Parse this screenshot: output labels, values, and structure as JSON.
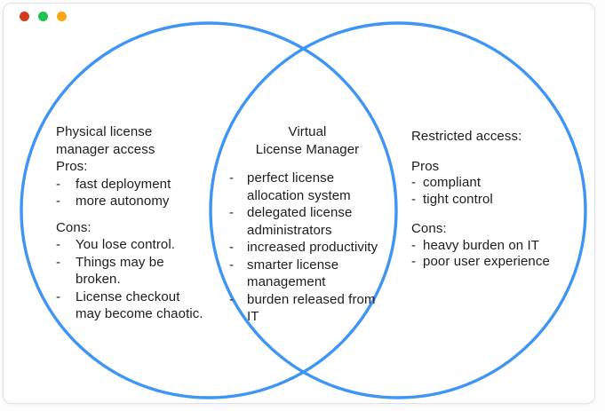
{
  "window": {
    "controls": [
      {
        "name": "red",
        "color": "#d23b1e"
      },
      {
        "name": "green",
        "color": "#1ec24c"
      },
      {
        "name": "orange",
        "color": "#fba712"
      }
    ]
  },
  "diagram": {
    "type": "venn",
    "circle_stroke_color": "#3e95f4",
    "text_color": "#1d1d1f",
    "left_circle": {
      "lines": [
        {
          "d": "",
          "t": "Physical license"
        },
        {
          "d": "",
          "t": "manager access"
        },
        {
          "d": "",
          "t": "Pros:"
        },
        {
          "d": "-",
          "t": "fast deployment"
        },
        {
          "d": "-",
          "t": "more autonomy"
        },
        {
          "d": "",
          "t": ""
        },
        {
          "d": "",
          "t": "Cons:"
        },
        {
          "d": "-",
          "t": "You lose control."
        },
        {
          "d": "-",
          "t": "Things may be"
        },
        {
          "d": "",
          "t": "broken."
        },
        {
          "d": "-",
          "t": "License checkout"
        },
        {
          "d": "",
          "t": "may become chaotic."
        }
      ]
    },
    "intersection": {
      "title": [
        "Virtual",
        "License Manager"
      ],
      "lines": [
        {
          "d": "-",
          "t": "perfect license"
        },
        {
          "d": "",
          "t": "allocation system"
        },
        {
          "d": "-",
          "t": "delegated license"
        },
        {
          "d": "",
          "t": "administrators"
        },
        {
          "d": "-",
          "t": "increased productivity"
        },
        {
          "d": "-",
          "t": "smarter license"
        },
        {
          "d": "",
          "t": "management"
        },
        {
          "d": "-",
          "t": "burden released from"
        },
        {
          "d": "",
          "t": "IT"
        }
      ]
    },
    "right_circle": {
      "lines": [
        {
          "d": "",
          "t": "Restricted access:"
        },
        {
          "d": "",
          "t": ""
        },
        {
          "d": "",
          "t": "Pros"
        },
        {
          "d": "-",
          "t": "compliant"
        },
        {
          "d": "-",
          "t": "tight control"
        },
        {
          "d": "",
          "t": ""
        },
        {
          "d": "",
          "t": "Cons:"
        },
        {
          "d": "-",
          "t": "heavy burden on IT"
        },
        {
          "d": "-",
          "t": "poor user experience"
        }
      ]
    }
  }
}
